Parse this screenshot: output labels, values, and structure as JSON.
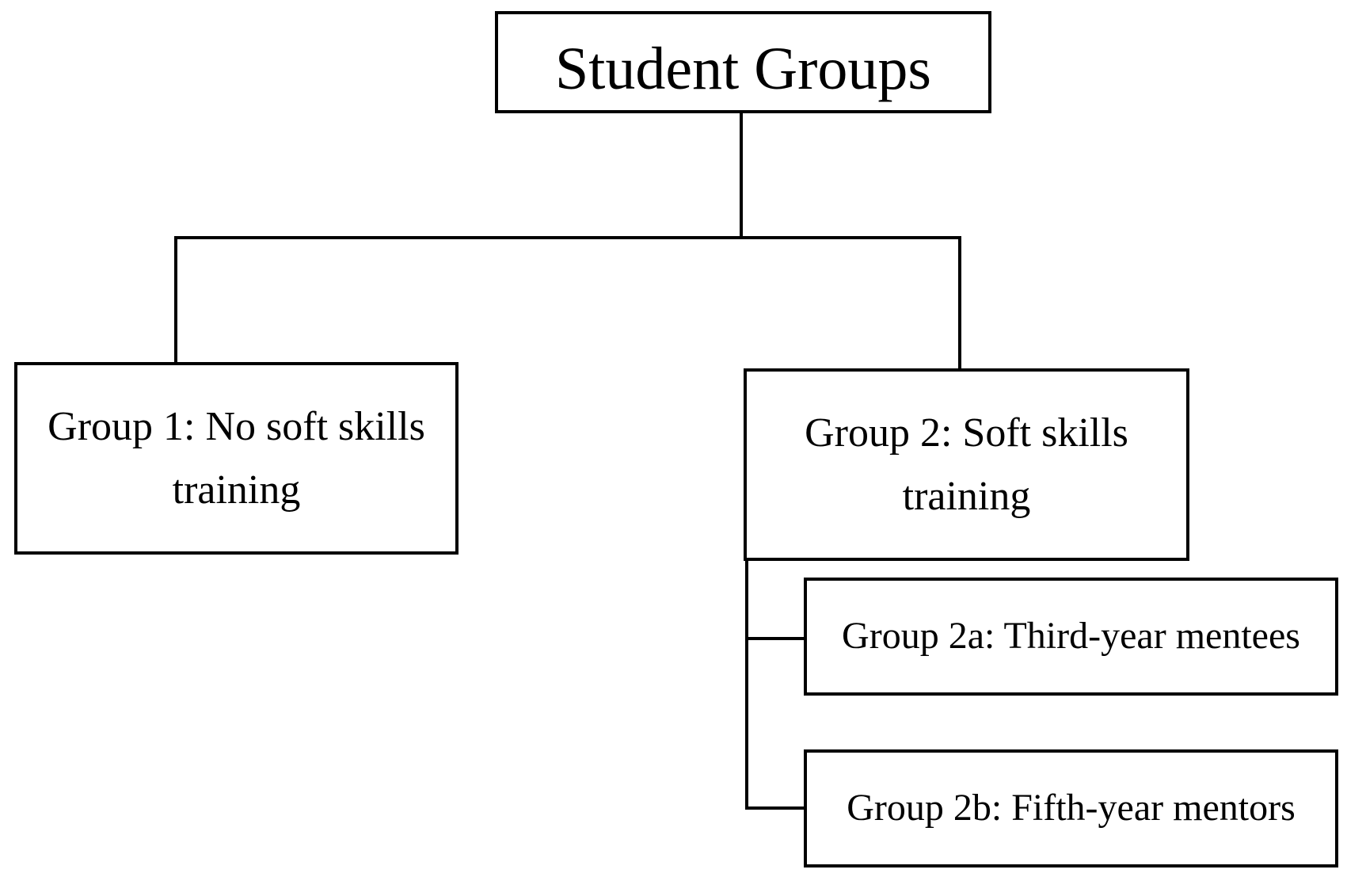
{
  "diagram": {
    "root": {
      "label": "Student Groups"
    },
    "group1": {
      "label": "Group 1: No soft skills training"
    },
    "group2": {
      "label": "Group 2: Soft skills training",
      "subgroups": [
        {
          "label": "Group 2a: Third-year mentees"
        },
        {
          "label": "Group 2b: Fifth-year mentors"
        }
      ]
    },
    "colors": {
      "stroke": "#000000",
      "background": "#ffffff"
    }
  }
}
